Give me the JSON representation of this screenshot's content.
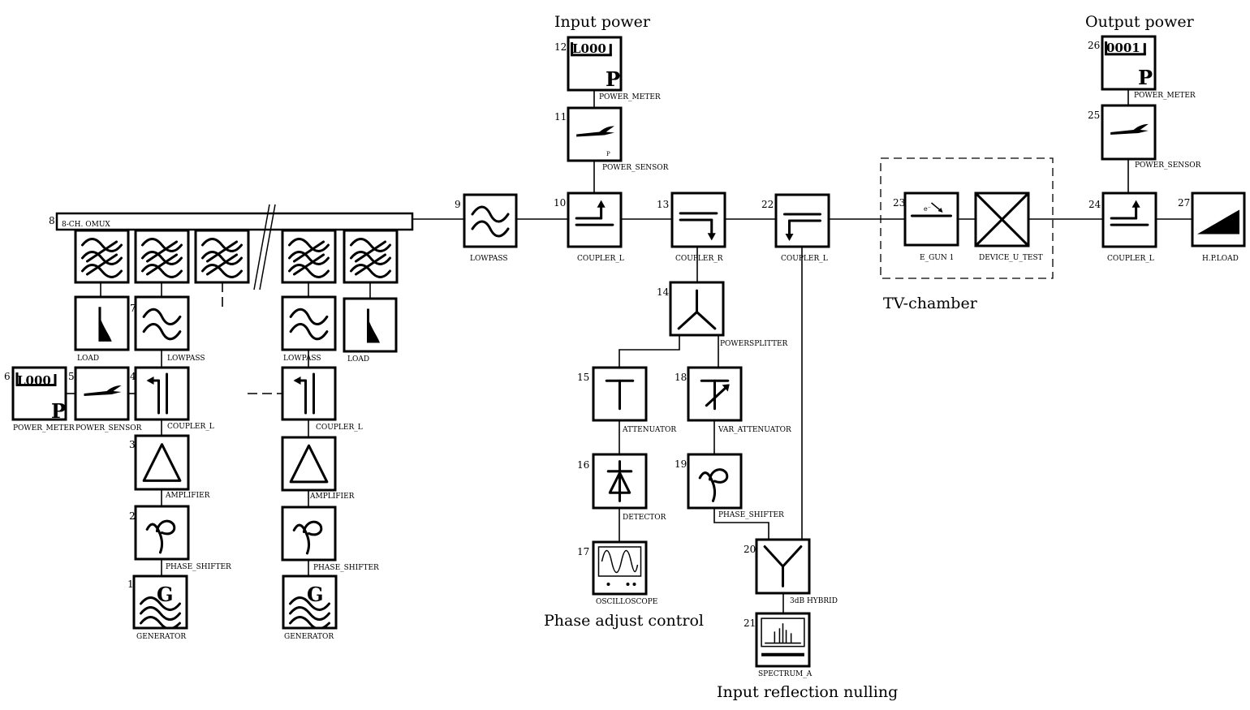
{
  "captions": {
    "input_power": "Input power",
    "output_power": "Output power",
    "tv_chamber": "TV-chamber",
    "phase_adjust": "Phase adjust control",
    "input_reflection": "Input reflection nulling"
  },
  "omux_label": "8-CH. OMUX",
  "meter_display": "L000",
  "meter_display_out": "0001",
  "meter_letter": "P",
  "generator_letter": "G",
  "sensor_mark": "P",
  "egun_mark": "e⁻",
  "numbers": {
    "n1": "1",
    "n2": "2",
    "n3": "3",
    "n4": "4",
    "n5": "5",
    "n6": "6",
    "n7": "7",
    "n8": "8",
    "n9": "9",
    "n10": "10",
    "n11": "11",
    "n12": "12",
    "n13": "13",
    "n14": "14",
    "n15": "15",
    "n16": "16",
    "n17": "17",
    "n18": "18",
    "n19": "19",
    "n20": "20",
    "n21": "21",
    "n22": "22",
    "n23": "23",
    "n24": "24",
    "n25": "25",
    "n26": "26",
    "n27": "27"
  },
  "labels": {
    "load": "LOAD",
    "lowpass": "LOWPASS",
    "power_meter": "POWER_METER",
    "power_sensor": "POWER_SENSOR",
    "coupler_l": "COUPLER_L",
    "coupler_r": "COUPLER_R",
    "amplifier": "AMPLIFIER",
    "phase_shifter": "PHASE_SHIFTER",
    "generator": "GENERATOR",
    "powersplitter": "POWERSPLITTER",
    "attenuator": "ATTENUATOR",
    "var_attenuator": "VAR_ATTENUATOR",
    "detector": "DETECTOR",
    "oscilloscope": "OSCILLOSCOPE",
    "hybrid": "3dB HYBRID",
    "spectrum": "SPECTRUM_A",
    "egun": "E_GUN 1",
    "device": "DEVICE_U_TEST",
    "hpload": "H.P.LOAD"
  }
}
